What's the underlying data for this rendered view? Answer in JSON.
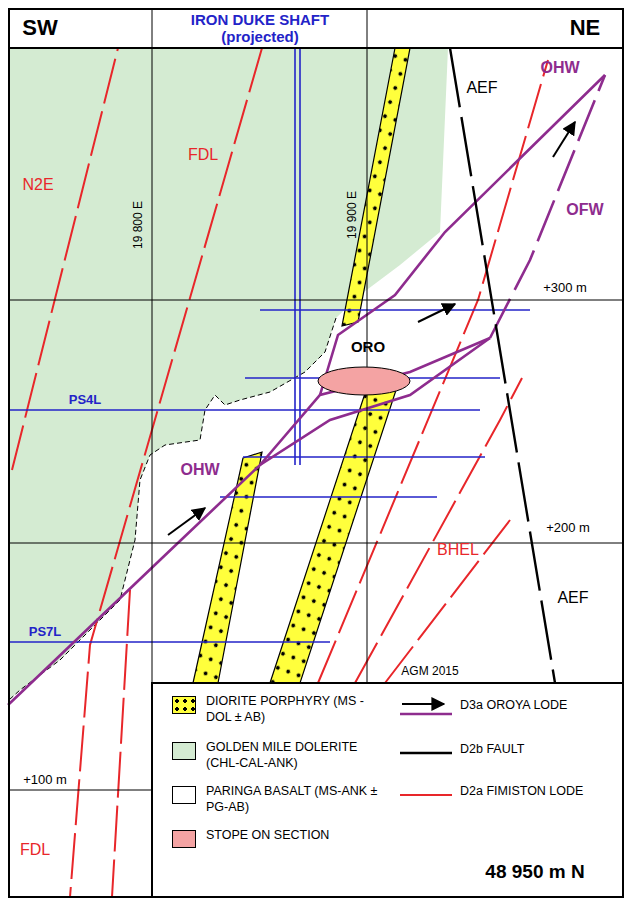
{
  "diagram": {
    "nodes": [
      {
        "text": [
          "ORO"
        ]
      }
    ],
    "labels": [
      "SW",
      "NE",
      "IRON DUKE SHAFT (projected)",
      "N2E",
      "FDL",
      "19 800 E",
      "19 900 E",
      "OHW",
      "AEF",
      "OFW",
      "+300 m",
      "PS4L",
      "OHW",
      "+200 m",
      "BHEL",
      "AEF",
      "PS7L",
      "AGM 2015",
      "+100 m",
      "FDL",
      "48 950 m N"
    ],
    "legend": [
      {
        "text": "DIORITE PORPHYRY (MS - DOL ± AB)",
        "color": "#ffff3c"
      },
      {
        "text": "GOLDEN MILE DOLERITE (CHL-CAL-ANK)",
        "color": "#d4ebd2"
      },
      {
        "text": "PARINGA BASALT (MS-ANK ± PG-AB)",
        "color": "#ffffff"
      },
      {
        "text": "STOPE ON SECTION",
        "color": "#f4a3a3"
      },
      {
        "text": "D3a OROYA LODE"
      },
      {
        "text": "D2b FAULT"
      },
      {
        "text": "D2a FIMISTON LODE"
      }
    ]
  }
}
